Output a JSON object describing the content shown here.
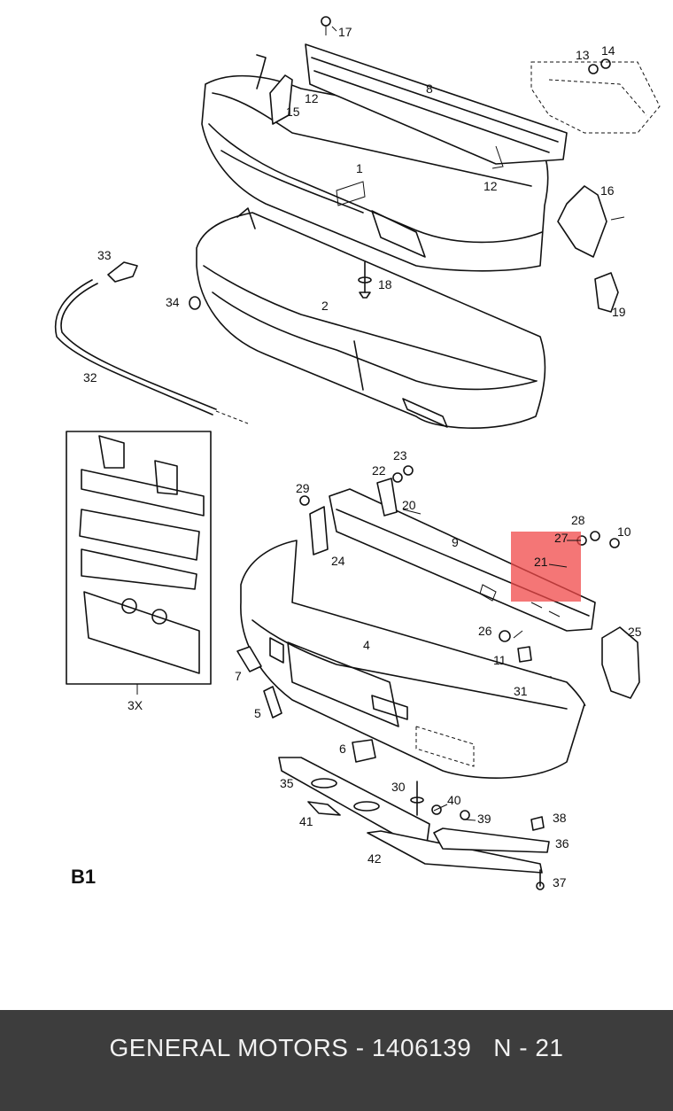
{
  "diagram": {
    "section_label": "B1",
    "kit_quantity": "3X",
    "highlight_color": "#f04848",
    "callouts": {
      "p1": "1",
      "p2": "2",
      "p4": "4",
      "p5": "5",
      "p6": "6",
      "p7": "7",
      "p8": "8",
      "p9": "9",
      "p10": "10",
      "p11": "11",
      "p12a": "12",
      "p12b": "12",
      "p13": "13",
      "p14": "14",
      "p15": "15",
      "p16": "16",
      "p17": "17",
      "p18": "18",
      "p19": "19",
      "p20": "20",
      "p21": "21",
      "p22": "22",
      "p23": "23",
      "p24": "24",
      "p25": "25",
      "p26": "26",
      "p27": "27",
      "p28": "28",
      "p29": "29",
      "p30": "30",
      "p31": "31",
      "p32": "32",
      "p33": "33",
      "p34": "34",
      "p35": "35",
      "p36": "36",
      "p37": "37",
      "p38": "38",
      "p39": "39",
      "p40": "40",
      "p41": "41",
      "p42": "42"
    }
  },
  "footer": {
    "brand": "GENERAL MOTORS",
    "separator": " - ",
    "part_number": "1406139",
    "position_code": "N - 21"
  }
}
